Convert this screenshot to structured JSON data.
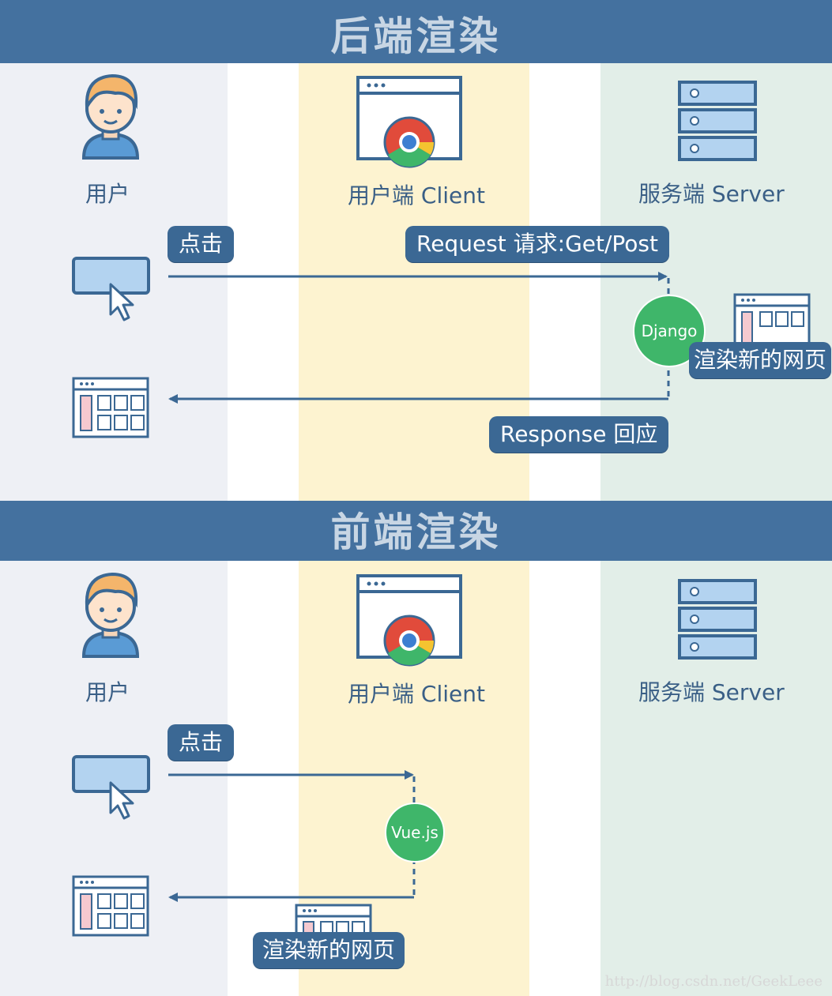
{
  "colors": {
    "header": "#44719f",
    "lane_user": "#eef0f5",
    "lane_client": "#fdf3d0",
    "lane_server": "#e2eee8",
    "accent": "#3b6894",
    "node": "#3fb66a"
  },
  "top": {
    "title": "后端渲染",
    "lanes": {
      "user": "用户",
      "client": "用户端 Client",
      "server": "服务端  Server"
    },
    "click_label": "点击",
    "request_label": "Request 请求:Get/Post",
    "node_label": "Django",
    "render_label": "渲染新的网页",
    "response_label": "Response 回应"
  },
  "bottom": {
    "title": "前端渲染",
    "lanes": {
      "user": "用户",
      "client": "用户端 Client",
      "server": "服务端  Server"
    },
    "click_label": "点击",
    "node_label": "Vue.js",
    "render_label": "渲染新的网页"
  },
  "watermark": "http://blog.csdn.net/GeekLeee",
  "icons": [
    "user-avatar-icon",
    "browser-chrome-icon",
    "server-stack-icon",
    "click-cursor-icon",
    "webpage-icon"
  ]
}
